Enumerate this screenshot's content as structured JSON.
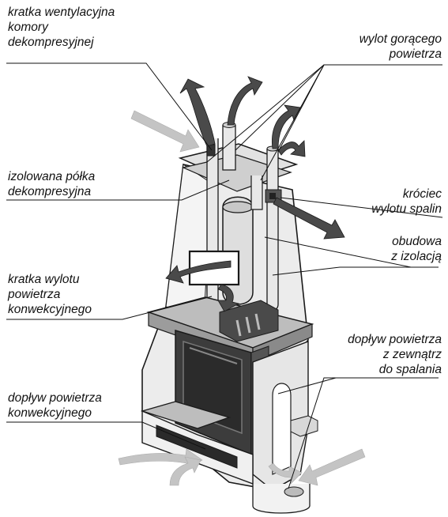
{
  "labels": {
    "vent_grille_decompression": [
      "kratka wentylacyjna",
      "komory",
      "dekompresyjnej"
    ],
    "hot_air_outlet": [
      "wylot gorącego",
      "powietrza"
    ],
    "insulated_shelf": [
      "izolowana półka",
      "dekompresyjna"
    ],
    "flue_outlet": [
      "króciec",
      "wylotu spalin"
    ],
    "insulated_casing": [
      "obudowa",
      "z izolacją"
    ],
    "convection_outlet_grille": [
      "kratka wylotu",
      "powietrza",
      "konwekcyjnego"
    ],
    "outside_air_inlet": [
      "dopływ powietrza",
      "z zewnątrz",
      "do spalania"
    ],
    "convection_air_inlet": [
      "dopływ powietrza",
      "konwekcyjnego"
    ]
  },
  "colors": {
    "outline": "#1a1a1a",
    "casing": "#ececec",
    "casing_shadow": "#d6d6d6",
    "dark": "#3c3c3c",
    "arrow_dark": "#4a4a4a",
    "arrow_light": "#c4c4c4",
    "leader": "#111111"
  }
}
